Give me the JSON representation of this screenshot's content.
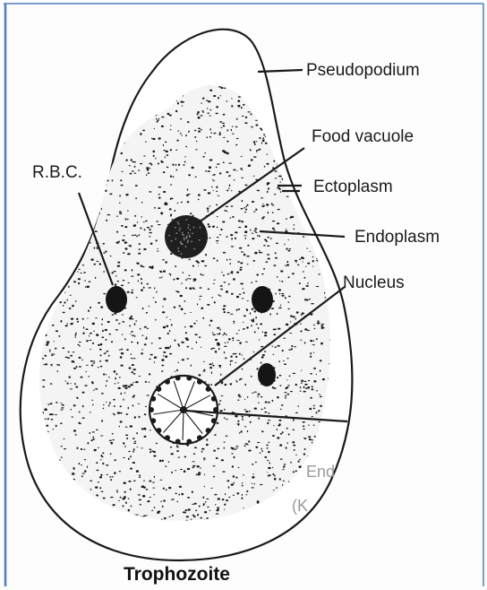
{
  "figure": {
    "caption": "Trophozoite",
    "labels": {
      "pseudopodium": "Pseudopodium",
      "food_vacuole": "Food vacuole",
      "ectoplasm": "Ectoplasm",
      "endoplasm": "Endoplasm",
      "nucleus": "Nucleus",
      "rbc": "R.B.C."
    },
    "faint_text": [
      "End",
      "(K"
    ]
  },
  "colors": {
    "frame_blue": "#4a7fc1",
    "ink": "#1a1a1a",
    "background": "#fdfdfd"
  }
}
